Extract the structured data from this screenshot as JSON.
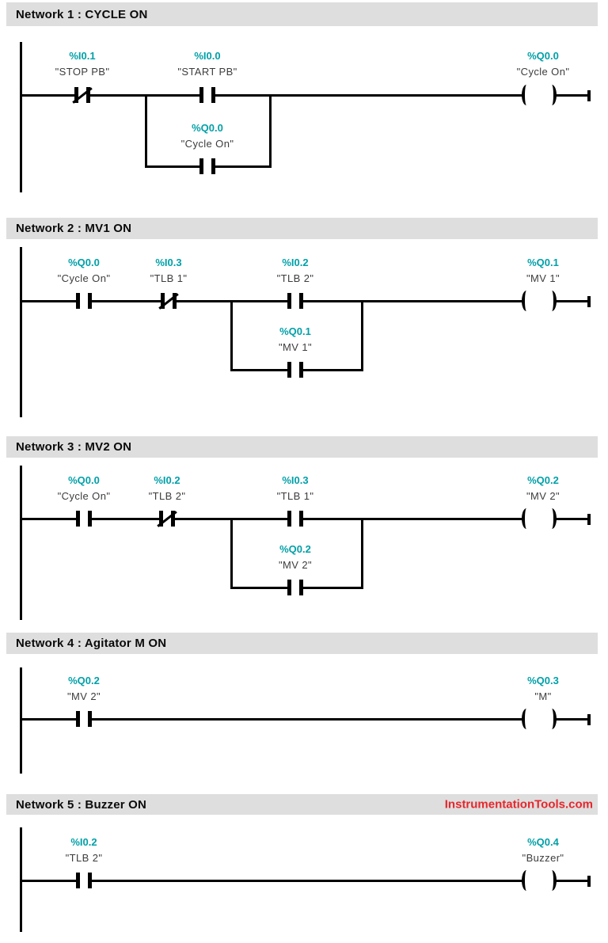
{
  "colors": {
    "address_text": "#00A0A8",
    "tag_text": "#3D3D3D",
    "header_bg": "#DEDEDE",
    "header_text": "#0A0A0A",
    "line": "#000000",
    "watermark_text": "#E8262B",
    "background": "#FFFFFF"
  },
  "watermark": "InstrumentationTools.com",
  "networks": [
    {
      "title": "Network 1 : CYCLE ON",
      "contact1": {
        "type": "NC",
        "address": "%I0.1",
        "tag": "\"STOP PB\""
      },
      "contact2": {
        "type": "NO",
        "address": "%I0.0",
        "tag": "\"START PB\""
      },
      "branch_contact": {
        "type": "NO",
        "address": "%Q0.0",
        "tag": "\"Cycle On\""
      },
      "coil": {
        "address": "%Q0.0",
        "tag": "\"Cycle On\""
      }
    },
    {
      "title": "Network 2 : MV1 ON",
      "contact1": {
        "type": "NO",
        "address": "%Q0.0",
        "tag": "\"Cycle On\""
      },
      "contact2": {
        "type": "NC",
        "address": "%I0.3",
        "tag": "\"TLB 1\""
      },
      "contact3": {
        "type": "NO",
        "address": "%I0.2",
        "tag": "\"TLB 2\""
      },
      "branch_contact": {
        "type": "NO",
        "address": "%Q0.1",
        "tag": "\"MV 1\""
      },
      "coil": {
        "address": "%Q0.1",
        "tag": "\"MV 1\""
      }
    },
    {
      "title": "Network 3 : MV2 ON",
      "contact1": {
        "type": "NO",
        "address": "%Q0.0",
        "tag": "\"Cycle On\""
      },
      "contact2": {
        "type": "NC",
        "address": "%I0.2",
        "tag": "\"TLB 2\""
      },
      "contact3": {
        "type": "NO",
        "address": "%I0.3",
        "tag": "\"TLB 1\""
      },
      "branch_contact": {
        "type": "NO",
        "address": "%Q0.2",
        "tag": "\"MV 2\""
      },
      "coil": {
        "address": "%Q0.2",
        "tag": "\"MV 2\""
      }
    },
    {
      "title": "Network 4 : Agitator M ON",
      "contact1": {
        "type": "NO",
        "address": "%Q0.2",
        "tag": "\"MV 2\""
      },
      "coil": {
        "address": "%Q0.3",
        "tag": "\"M\""
      }
    },
    {
      "title": "Network 5 : Buzzer ON",
      "contact1": {
        "type": "NO",
        "address": "%I0.2",
        "tag": "\"TLB 2\""
      },
      "coil": {
        "address": "%Q0.4",
        "tag": "\"Buzzer\""
      }
    }
  ]
}
